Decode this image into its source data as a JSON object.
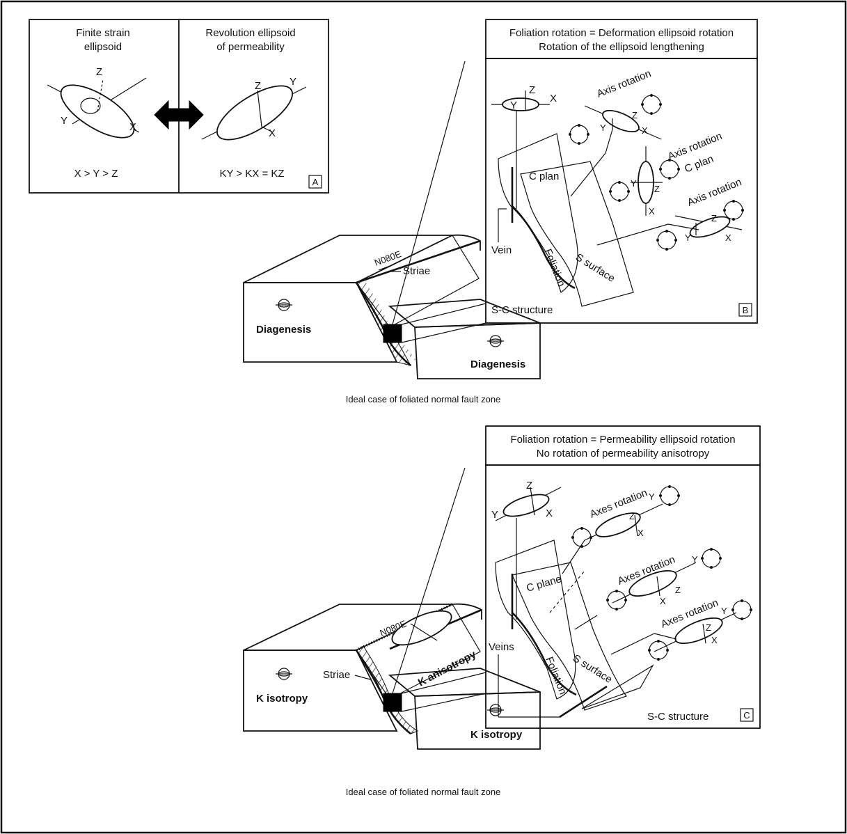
{
  "panel_a": {
    "left_title": [
      "Finite strain",
      "ellipsoid"
    ],
    "right_title": [
      "Revolution ellipsoid",
      "of permeability"
    ],
    "left_axes": {
      "x": "X",
      "y": "Y",
      "z": "Z"
    },
    "right_axes": {
      "x": "X",
      "y": "Y",
      "z": "Z"
    },
    "left_formula": "X > Y > Z",
    "right_formula": "KY > KX = KZ",
    "tag": "A"
  },
  "panel_b": {
    "header_line1": "Foliation rotation = Deformation ellipsoid rotation",
    "header_line2": "Rotation of the ellipsoid lengthening",
    "axes_top": {
      "y": "Y",
      "z": "Z",
      "x": "X"
    },
    "axis_rotation_1": "Axis rotation",
    "axis_rotation_2": "Axis rotation",
    "c_plan_label_2": "C plan",
    "axis_rotation_3": "Axis rotation",
    "c_plan": "C plan",
    "vein": "Vein",
    "foliation": "Foliation",
    "s_surface": "S surface",
    "sc_structure": "S-C structure",
    "tag": "B",
    "ell_labels": {
      "y": "Y",
      "z": "Z",
      "x": "X"
    }
  },
  "block_top": {
    "strike": "N080E",
    "striae": "Striae",
    "left_label": "Diagenesis",
    "right_label": "Diagenesis",
    "caption": "Ideal case of foliated normal fault zone"
  },
  "panel_c": {
    "header_line1": "Foliation rotation = Permeability ellipsoid rotation",
    "header_line2": "No rotation of permeability anisotropy",
    "axes_top": {
      "y": "Y",
      "z": "Z",
      "x": "X"
    },
    "axes_rotation_1": "Axes rotation",
    "axes_rotation_2": "Axes rotation",
    "axes_rotation_3": "Axes rotation",
    "c_plane": "C plane",
    "veins": "Veins",
    "foliation": "Foliation",
    "s_surface": "S surface",
    "sc_structure": "S-C structure",
    "tag": "C",
    "ell_labels": {
      "y": "Y",
      "z": "Z",
      "x": "X"
    }
  },
  "block_bottom": {
    "strike": "N080E",
    "striae": "Striae",
    "anisotropy": "K anisotropy",
    "left_label": "K isotropy",
    "right_label": "K isotropy",
    "caption": "Ideal case of foliated normal fault zone"
  }
}
